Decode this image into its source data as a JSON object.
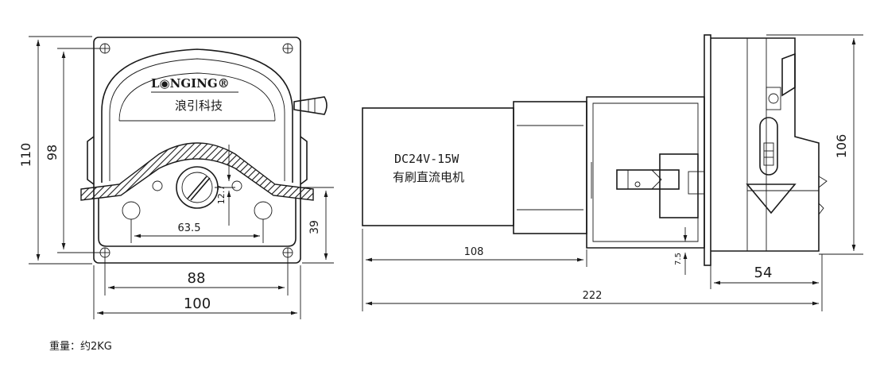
{
  "brand": {
    "logo_text": "L◉NGING®",
    "name_cn": "浪引科技"
  },
  "motor": {
    "label_line1": "DC24V-15W",
    "label_line2": "有刷直流电机"
  },
  "dimensions": {
    "front_height_outer": "110",
    "front_height_inner": "98",
    "front_width_holes": "88",
    "front_width_outer": "100",
    "tube_hole_span": "63.5",
    "rotor_offset": "12.7",
    "base_to_center": "39",
    "motor_length": "108",
    "total_length": "222",
    "head_depth": "54",
    "side_height": "106",
    "flange_thickness": "7.5"
  },
  "footer": {
    "weight_note": "重量：约2KG"
  }
}
